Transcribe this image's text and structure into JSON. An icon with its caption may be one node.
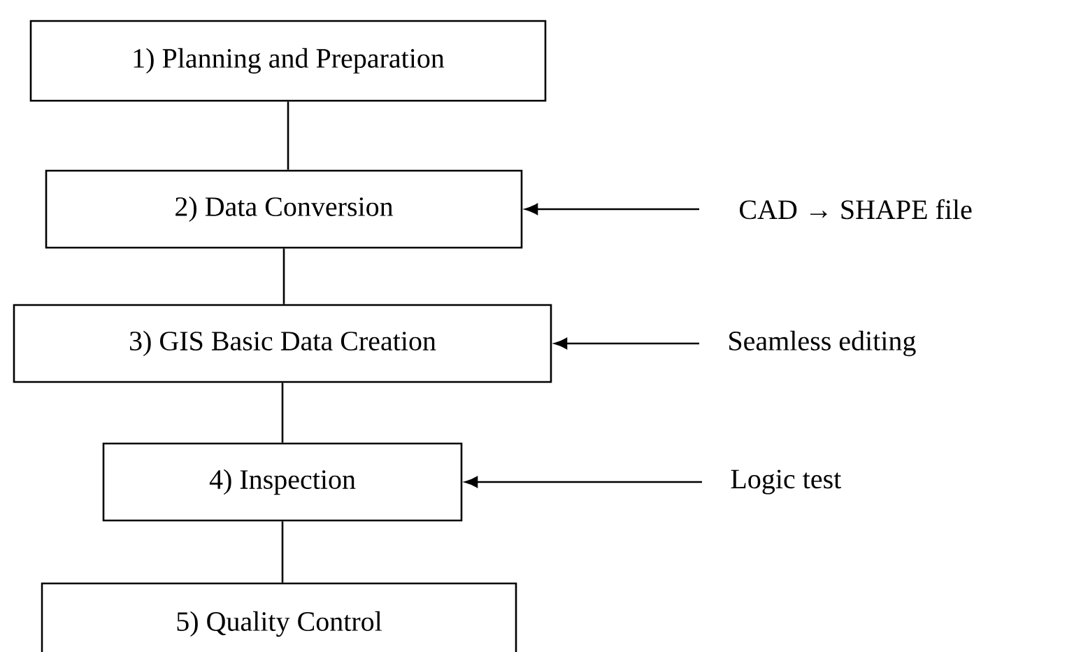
{
  "diagram": {
    "nodes": [
      {
        "text": [
          "1) Planning and Preparation"
        ]
      },
      {
        "text": [
          "2) Data Conversion"
        ]
      },
      {
        "text": [
          "3) GIS Basic Data Creation"
        ]
      },
      {
        "text": [
          "4) Inspection"
        ]
      },
      {
        "text": [
          "5) Quality Control"
        ]
      },
      {
        "text": [
          "CAD → SHAPE file"
        ]
      },
      {
        "text": [
          "Seamless editing"
        ]
      },
      {
        "text": [
          "Logic test"
        ]
      }
    ],
    "edges": [
      {
        "from": 0,
        "to": 1,
        "arrow": "none"
      },
      {
        "from": 1,
        "to": 2,
        "arrow": "none"
      },
      {
        "from": 2,
        "to": 3,
        "arrow": "none"
      },
      {
        "from": 3,
        "to": 4,
        "arrow": "none"
      },
      {
        "from": 5,
        "to": 1,
        "arrow": "to"
      },
      {
        "from": 6,
        "to": 2,
        "arrow": "to"
      },
      {
        "from": 7,
        "to": 3,
        "arrow": "to"
      }
    ]
  }
}
